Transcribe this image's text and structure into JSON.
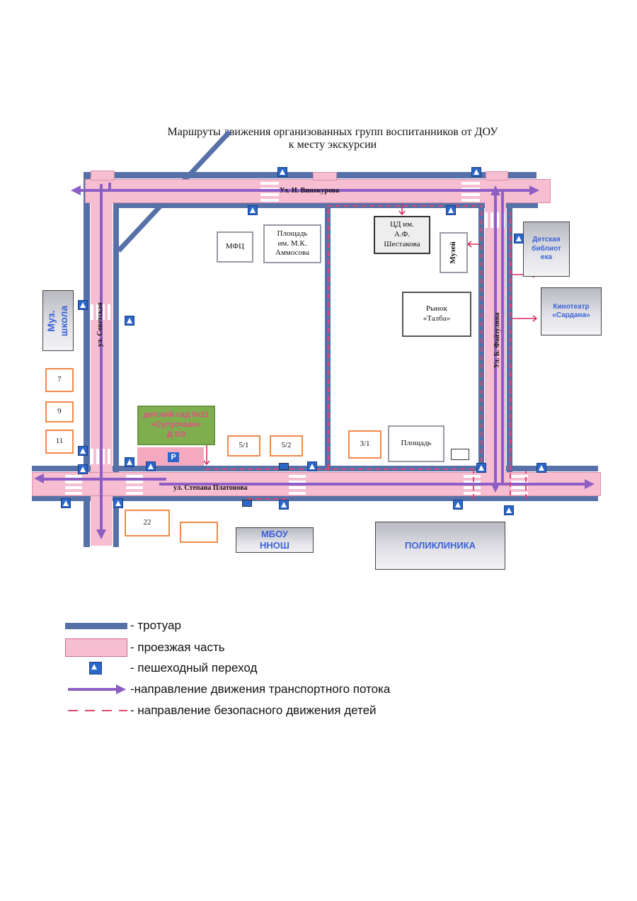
{
  "title": {
    "line1": "Маршруты движения организованных групп воспитанников от ДОУ",
    "line2": "к месту экскурсии"
  },
  "streets": {
    "north": "Ул. И. Винокурова",
    "west": "ул. Советская",
    "south": "ул. Степана Платонова",
    "east": "Ул. Б. Файзулина"
  },
  "buildings": {
    "mfc": "МФЦ",
    "square_ammosov": [
      "Площадь",
      "им. М.К.",
      "Аммосова"
    ],
    "cd_shestakov": [
      "ЦД им.",
      "А.Ф.",
      "Шестакова"
    ],
    "museum": "Музей",
    "children_library": [
      "Детская",
      "библиот",
      "ека"
    ],
    "market": [
      "Рынок",
      "«Талба»"
    ],
    "cinema": [
      "Кинотеатр",
      "«Сардана»"
    ],
    "music_school": [
      "Муз.",
      "школа"
    ],
    "kindergarten": [
      "детский сад №11",
      "«Сулусчаан»",
      "Д 5/3"
    ],
    "b7": "7",
    "b9": "9",
    "b11": "11",
    "b5_1": "5/1",
    "b5_2": "5/2",
    "b3_1": "3/1",
    "square": "Площадь",
    "b22": "22",
    "school": [
      "МБОУ",
      "ННОШ"
    ],
    "polyclinic": "ПОЛИКЛИНИКА",
    "parking": "P"
  },
  "legend": [
    {
      "id": "sidewalk",
      "label": "- тротуар"
    },
    {
      "id": "roadway",
      "label": "- проезжая часть"
    },
    {
      "id": "crossing",
      "label": "- пешеходный переход"
    },
    {
      "id": "traffic",
      "label": "-направление движения транспортного потока"
    },
    {
      "id": "safe",
      "label": "- направление безопасного движения детей"
    }
  ],
  "colors": {
    "sidewalk": "#5670a8",
    "roadway": "#f7bdd0",
    "traffic_arrow": "#8d5fc4",
    "safe_route": "#e0486f",
    "crossing": "#2b66c9"
  }
}
